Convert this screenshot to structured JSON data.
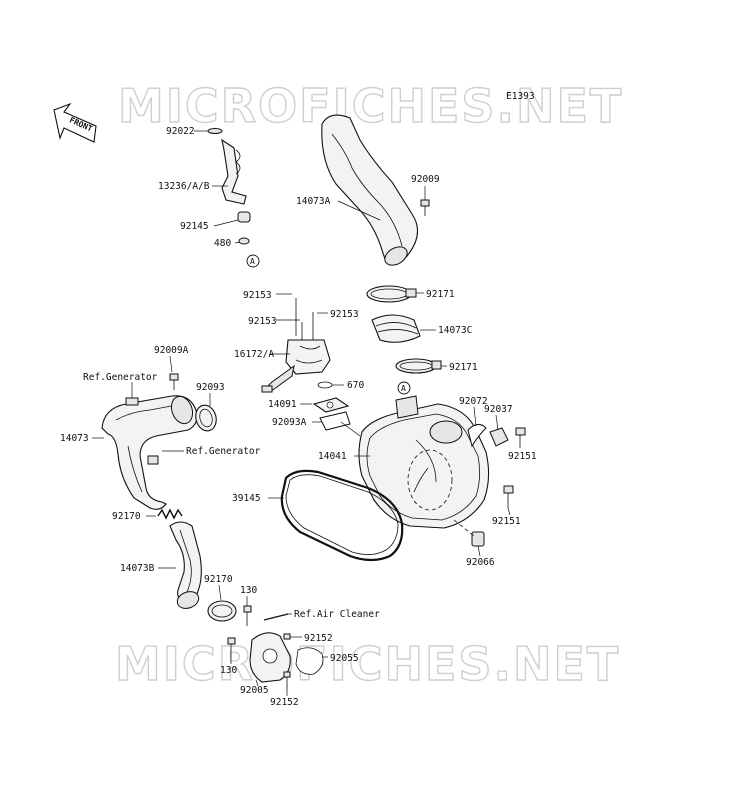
{
  "diagram_code": "E1393",
  "watermark": "MICROFICHES.NET",
  "front_label": "FRONT",
  "ref_marker": "A",
  "labels": {
    "p92022": "92022",
    "p13236": "13236/A/B",
    "p92145": "92145",
    "p480": "480",
    "p92009": "92009",
    "p14073A": "14073A",
    "p92171a": "92171",
    "p92153a": "92153",
    "p92153b": "92153",
    "p92153c": "92153",
    "p14073C": "14073C",
    "p92171b": "92171",
    "p92009A": "92009A",
    "p16172": "16172/A",
    "refGen1": "Ref.Generator",
    "p92093": "92093",
    "p670": "670",
    "p14091": "14091",
    "p92093A": "92093A",
    "p92072": "92072",
    "p92037": "92037",
    "p14073": "14073",
    "refGen2": "Ref.Generator",
    "p14041": "14041",
    "p92151a": "92151",
    "p39145": "39145",
    "p92151b": "92151",
    "p92170a": "92170",
    "p92066": "92066",
    "p14073B": "14073B",
    "p92170b": "92170",
    "p130a": "130",
    "refAir": "Ref.Air Cleaner",
    "p92152a": "92152",
    "p92055": "92055",
    "p130b": "130",
    "p92005": "92005",
    "p92152b": "92152"
  }
}
